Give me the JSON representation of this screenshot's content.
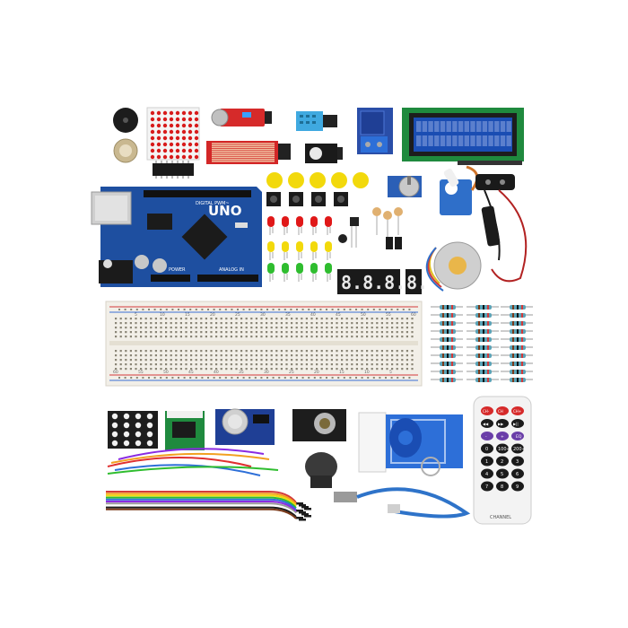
{
  "board": {
    "model": "UNO",
    "header_left": "DIGITAL PWM~",
    "label_power": "POWER",
    "label_analog": "ANALOG IN"
  },
  "breadboard": {
    "top_numbers": [
      "5",
      "10",
      "15",
      "20",
      "25",
      "30",
      "35",
      "40",
      "45",
      "50",
      "55",
      "60"
    ],
    "bottom_numbers": [
      "60",
      "55",
      "50",
      "45",
      "40",
      "35",
      "30",
      "25",
      "20",
      "15",
      "10",
      "5"
    ]
  },
  "segment_display": {
    "four_digit": "8.8.8.8.",
    "single_digit": "8."
  },
  "remote": {
    "top_buttons": [
      "CH-",
      "CH",
      "CH+"
    ],
    "mid_buttons": [
      "◀◀",
      "▶▶",
      "▶||"
    ],
    "plus_minus": [
      "-",
      "+",
      "EQ"
    ],
    "number_buttons": [
      "0",
      "100+",
      "200+",
      "1",
      "2",
      "3",
      "4",
      "5",
      "6",
      "7",
      "8",
      "9"
    ],
    "footer": "CHANNEL"
  },
  "colors": {
    "arduino_blue": "#1e4fa0",
    "lcd_blue": "#1a4db3",
    "sensor_red": "#d62a2a",
    "breadboard": "#f2efe8",
    "led_red": "#e01818",
    "led_yellow": "#f2d90c",
    "led_green": "#2fbd2f",
    "usb_cable": "#2e73c9",
    "resistor_body": "#5aa4b8"
  }
}
